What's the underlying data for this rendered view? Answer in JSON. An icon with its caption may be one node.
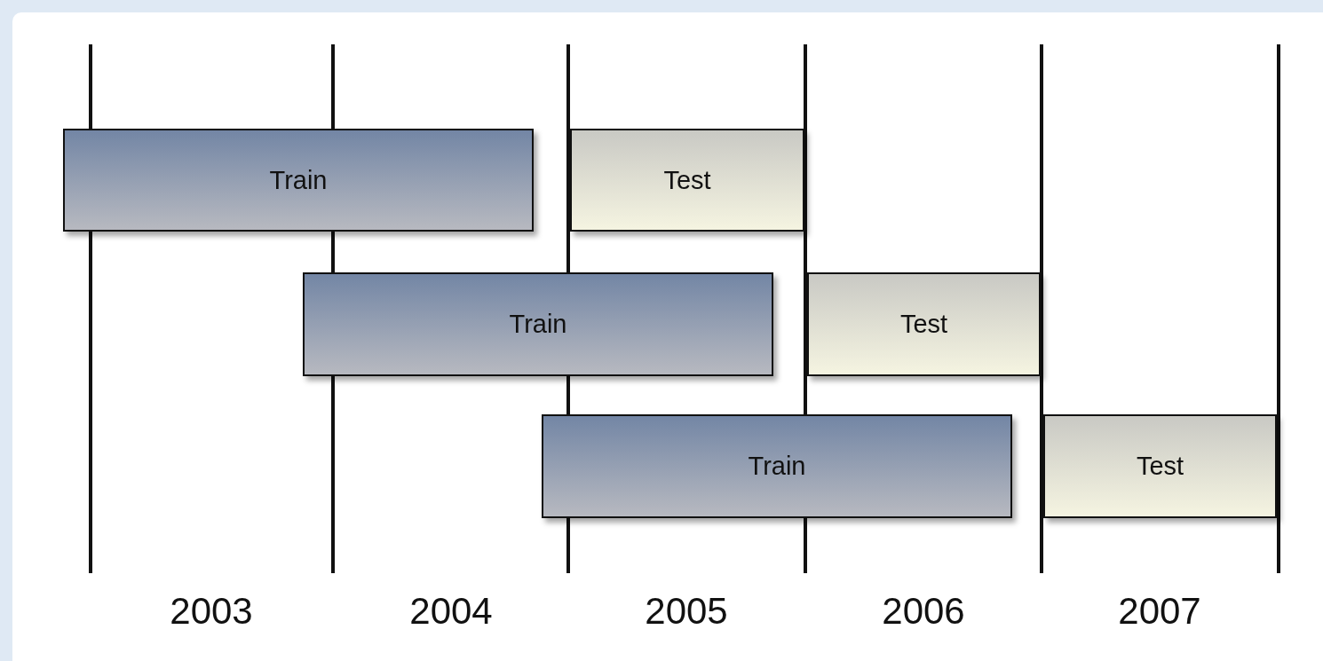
{
  "diagram": {
    "nodes": [
      {
        "text": [
          "Train"
        ]
      },
      {
        "text": [
          "Test"
        ]
      },
      {
        "text": [
          "Train"
        ]
      },
      {
        "text": [
          "Test"
        ]
      },
      {
        "text": [
          "Train"
        ]
      },
      {
        "text": [
          "Test"
        ]
      }
    ],
    "labels": [
      "2003",
      "2004",
      "2005",
      "2006",
      "2007"
    ]
  }
}
